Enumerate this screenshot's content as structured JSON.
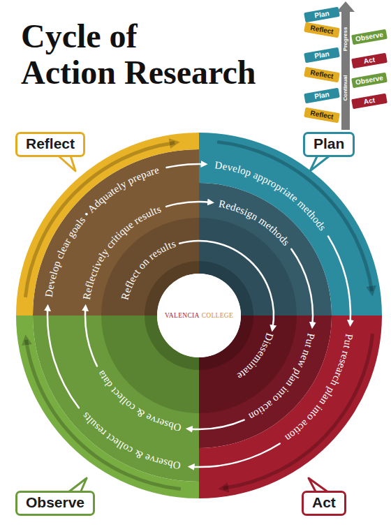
{
  "diagram": {
    "title": "Cycle of Action Research",
    "nodes": [
      {
        "text": [
          "Reflect"
        ]
      },
      {
        "text": [
          "Plan"
        ]
      },
      {
        "text": [
          "VALENCIA",
          "COLLEGE"
        ]
      },
      {
        "text": [
          "Observe"
        ]
      },
      {
        "text": [
          "Act"
        ]
      }
    ],
    "labels": [
      "Plan",
      "Reflect",
      "Progress",
      "Observe",
      "Plan",
      "Act",
      "Reflect",
      "Observe",
      "Continual",
      "Plan",
      "Act",
      "Reflect",
      "Develop clear goals • Adquately prepare",
      "Develop appropriate methods",
      "Put research plan into action",
      "Observe & collect results",
      "Reflectively critique results",
      "Redesign methods",
      "Put new plan into action",
      "Observe & collect data",
      "Reflect on results",
      "Disseminate"
    ]
  }
}
